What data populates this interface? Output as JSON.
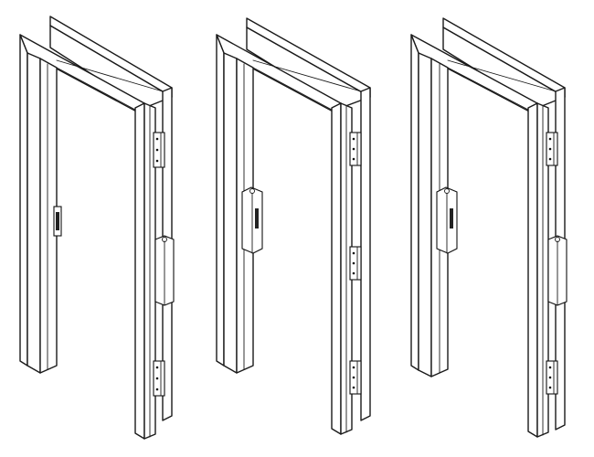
{
  "frames": [
    {
      "name": "frame-two-hinges-with-lock",
      "hinges": 2,
      "strike_box": true,
      "side_lock": true
    },
    {
      "name": "frame-three-hinges",
      "hinges": 3,
      "strike_box": true,
      "side_lock": false
    },
    {
      "name": "frame-two-hinges-lock-on-hinge-side",
      "hinges": 2,
      "strike_box": true,
      "side_lock": true
    }
  ],
  "colors": {
    "line": "#1a1a1a",
    "background": "#ffffff"
  }
}
